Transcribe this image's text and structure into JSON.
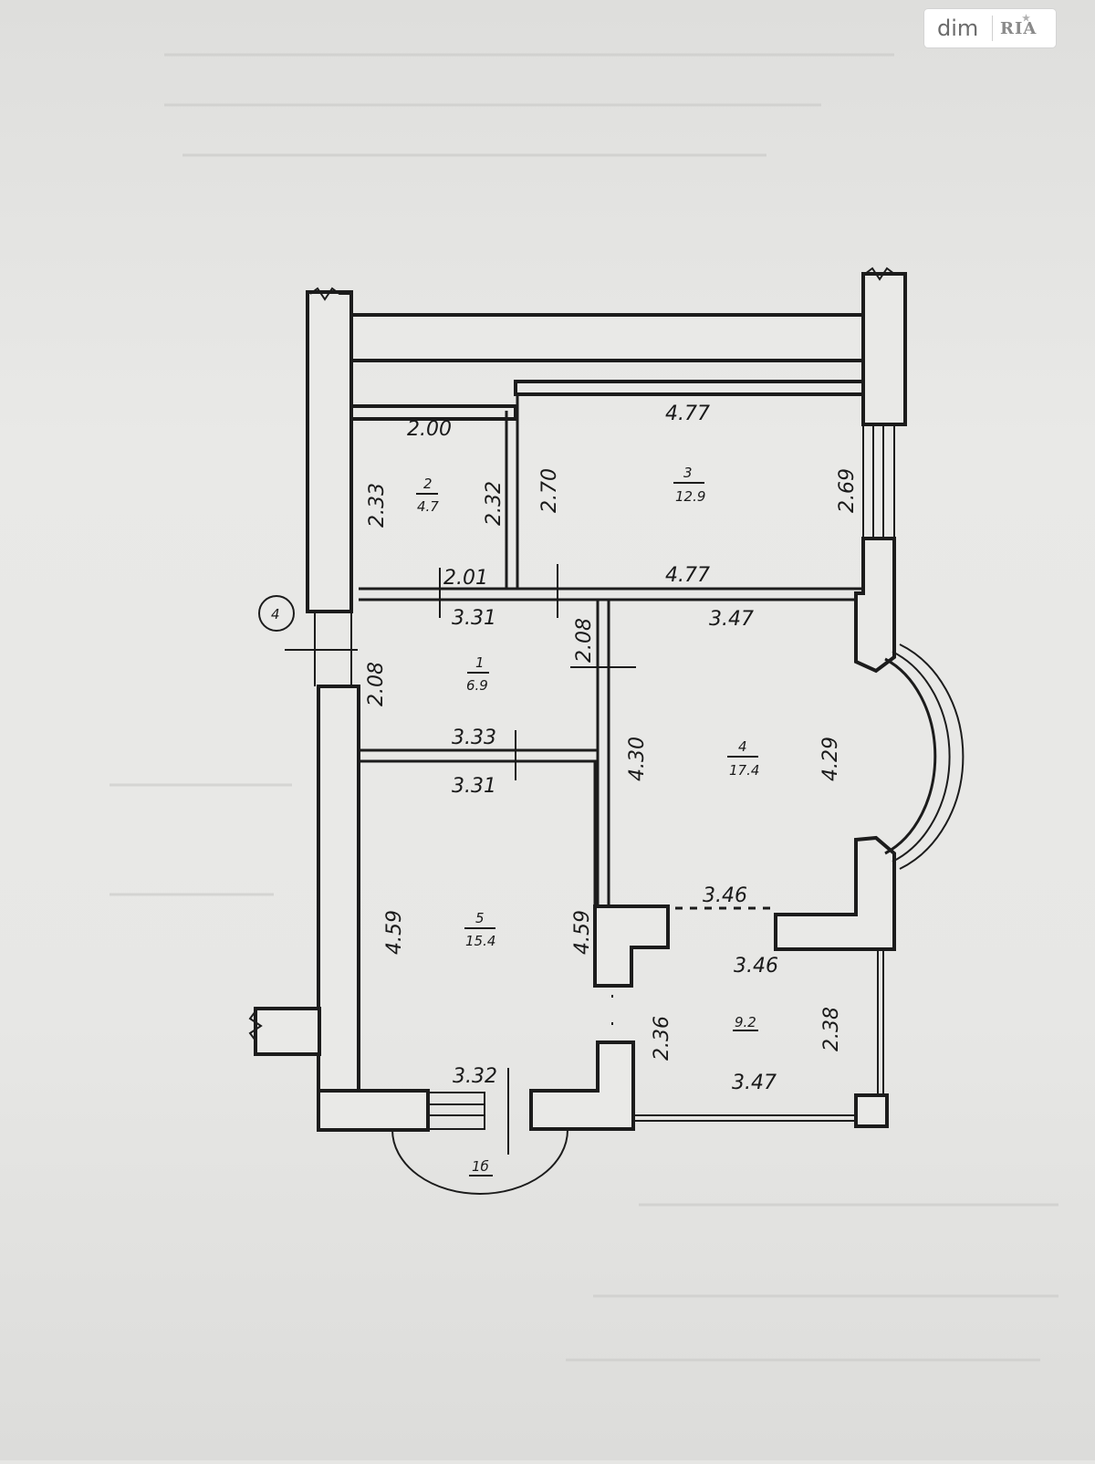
{
  "watermark": {
    "word": "dim",
    "brand": "RIA",
    "star": "★"
  },
  "marker": {
    "label": "4"
  },
  "rooms": [
    {
      "id": "1",
      "area": "6.9"
    },
    {
      "id": "2",
      "area": "4.7"
    },
    {
      "id": "3",
      "area": "12.9"
    },
    {
      "id": "4",
      "area": "17.4"
    },
    {
      "id": "5",
      "area": "15.4"
    }
  ],
  "balcony": {
    "area": "9.2"
  },
  "entrance_arc": {
    "label": "1б"
  },
  "dimensions": {
    "r2_top": "2.00",
    "r2_left": "2.33",
    "r2_right": "2.32",
    "r2_bottom": "2.01",
    "r3_top": "4.77",
    "r3_left": "2.70",
    "r3_right": "2.69",
    "r3_bottom": "4.77",
    "r1_top": "3.31",
    "r1_left": "2.08",
    "r1_right": "2.08",
    "r1_bottom": "3.33",
    "r4_top": "3.47",
    "r4_left": "4.30",
    "r4_right": "4.29",
    "r4_bottom": "3.46",
    "r5_top": "3.31",
    "r5_left": "4.59",
    "r5_right": "4.59",
    "r5_bottom": "3.32",
    "b_top": "3.46",
    "b_left": "2.36",
    "b_right": "2.38",
    "b_bottom": "3.47"
  }
}
